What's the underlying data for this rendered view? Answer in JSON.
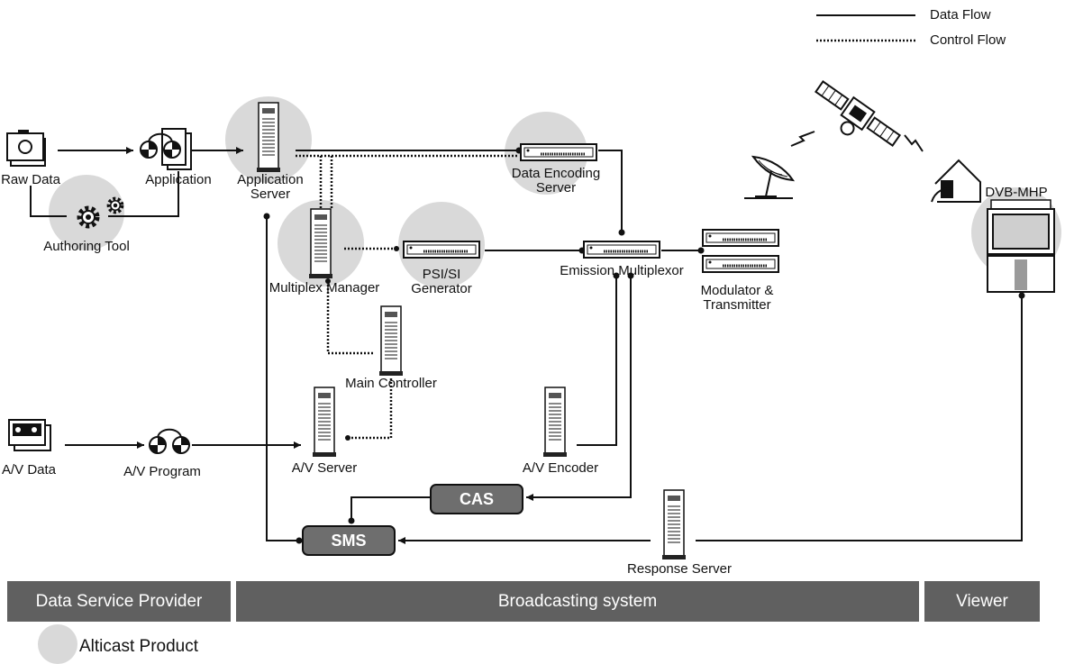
{
  "legend": {
    "data_flow": "Data Flow",
    "control_flow": "Control Flow",
    "product": "Alticast Product"
  },
  "nodes": {
    "raw_data": "Raw Data",
    "application": "Application",
    "authoring_tool": "Authoring Tool",
    "application_server": [
      "Application",
      "Server"
    ],
    "data_encoding_server": [
      "Data Encoding",
      "Server"
    ],
    "multiplex_manager": "Multiplex Manager",
    "psi_si_generator": [
      "PSI/SI",
      "Generator"
    ],
    "emission_multiplexor": "Emission Multiplexor",
    "modulator_transmitter": [
      "Modulator &",
      "Transmitter"
    ],
    "main_controller": "Main Controller",
    "av_data": "A/V Data",
    "av_program": "A/V Program",
    "av_server": "A/V Server",
    "av_encoder": "A/V Encoder",
    "cas": "CAS",
    "sms": "SMS",
    "response_server": "Response Server",
    "dvb_mhp": "DVB-MHP"
  },
  "bands": {
    "data_service_provider": "Data Service Provider",
    "broadcasting_system": "Broadcasting system",
    "viewer": "Viewer"
  },
  "colors": {
    "product_highlight": "#d9d9d9",
    "band": "#606060",
    "module_box": "#6e6e6e"
  }
}
